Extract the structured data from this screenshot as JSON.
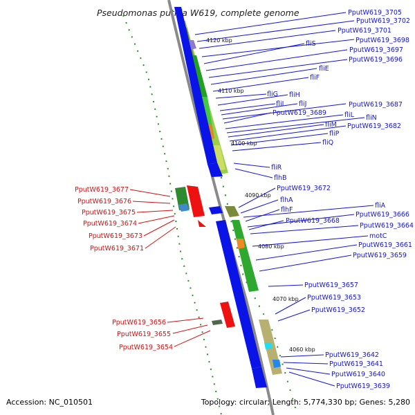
{
  "header": {
    "title": "Pseudomonas putida W619, complete genome"
  },
  "footer": {
    "accession": "Accession: NC_010501",
    "summary": "Topology: circular; Length: 5,774,330 bp; Genes: 5,280"
  },
  "ticks": [
    "4120 kbp",
    "4110 kbp",
    "4100 kbp",
    "4090 kbp",
    "4080 kbp",
    "4070 kbp",
    "4060 kbp"
  ],
  "labels_forward": [
    "PputW619_3677",
    "PputW619_3676",
    "PputW619_3675",
    "PputW619_3674",
    "PputW619_3673",
    "PputW619_3671",
    "PputW619_3656",
    "PputW619_3655",
    "PputW619_3654"
  ],
  "labels_reverse": [
    "PputW619_3705",
    "PputW619_3702",
    "PputW619_3701",
    "PputW619_3698",
    "fliS",
    "PputW619_3697",
    "PputW619_3696",
    "fliE",
    "fliF",
    "fliG",
    "fliH",
    "fliI",
    "fliJ",
    "PputW619_3687",
    "PputW619_3689",
    "fliL",
    "fliN",
    "fliM",
    "PputW619_3682",
    "fliP",
    "fliQ",
    "fliR",
    "flhB",
    "PputW619_3672",
    "flhA",
    "fliA",
    "flhF",
    "PputW619_3666",
    "PputW619_3668",
    "PputW619_3664",
    "motC",
    "PputW619_3661",
    "PputW619_3659",
    "PputW619_3657",
    "PputW619_3653",
    "PputW619_3652",
    "PputW619_3642",
    "PputW619_3641",
    "PputW619_3640",
    "PputW619_3639"
  ],
  "colors": {
    "reverse_label": "#1212d8",
    "forward_label": "#d01010",
    "reverse_gene": "#0a14e6",
    "forward_gene": "#ee1111",
    "backbone": "#8a8a8a",
    "gc_dots": "#2a8a2a"
  }
}
